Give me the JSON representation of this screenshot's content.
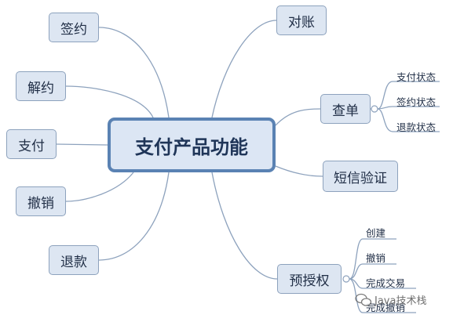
{
  "central": {
    "label": "支付产品功能"
  },
  "left_nodes": [
    {
      "id": "sign",
      "label": "签约"
    },
    {
      "id": "terminate",
      "label": "解约"
    },
    {
      "id": "pay",
      "label": "支付"
    },
    {
      "id": "cancel",
      "label": "撤销"
    },
    {
      "id": "refund",
      "label": "退款"
    }
  ],
  "right_nodes": [
    {
      "id": "reconcile",
      "label": "对账"
    },
    {
      "id": "query",
      "label": "查单",
      "children": [
        "支付状态",
        "签约状态",
        "退款状态"
      ]
    },
    {
      "id": "sms",
      "label": "短信验证"
    },
    {
      "id": "preauth",
      "label": "预授权",
      "children": [
        "创建",
        "撤销",
        "完成交易",
        "完成撤销"
      ]
    }
  ],
  "watermark": {
    "text": "Java技术栈"
  },
  "colors": {
    "line": "#8da2bd",
    "node_fill": "#dde6f2",
    "central_border": "#5a82b3"
  }
}
